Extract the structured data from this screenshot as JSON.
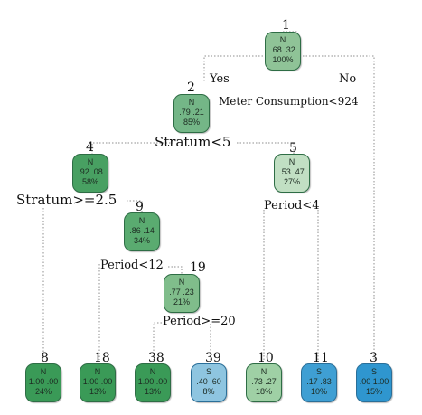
{
  "branch_labels": {
    "yes": "Yes",
    "no": "No"
  },
  "splits": {
    "n1": "Meter Consumption<924",
    "n2": "Stratum<5",
    "n4": "Stratum>=2.5",
    "n5": "Period<4",
    "n9": "Period<12",
    "n19": "Period>=20"
  },
  "nodes": [
    {
      "id": "1",
      "label": "N",
      "probs": ".68  .32",
      "pct": "100%",
      "color": "#8fc397"
    },
    {
      "id": "2",
      "label": "N",
      "probs": ".79  .21",
      "pct": "85%",
      "color": "#74b687"
    },
    {
      "id": "4",
      "label": "N",
      "probs": ".92  .08",
      "pct": "58%",
      "color": "#48a062"
    },
    {
      "id": "5",
      "label": "N",
      "probs": ".53  .47",
      "pct": "27%",
      "color": "#c1dfc3"
    },
    {
      "id": "9",
      "label": "N",
      "probs": ".86  .14",
      "pct": "34%",
      "color": "#5aab70"
    },
    {
      "id": "19",
      "label": "N",
      "probs": ".77  .23",
      "pct": "21%",
      "color": "#80bd8b"
    },
    {
      "id": "8",
      "label": "N",
      "probs": "1.00  .00",
      "pct": "24%",
      "color": "#3a9a57"
    },
    {
      "id": "18",
      "label": "N",
      "probs": "1.00  .00",
      "pct": "13%",
      "color": "#3a9a57"
    },
    {
      "id": "38",
      "label": "N",
      "probs": "1.00  .00",
      "pct": "13%",
      "color": "#3a9a57"
    },
    {
      "id": "39",
      "label": "S",
      "probs": ".40  .60",
      "pct": "8%",
      "color": "#8ec5e0"
    },
    {
      "id": "10",
      "label": "N",
      "probs": ".73  .27",
      "pct": "18%",
      "color": "#9fd0a5"
    },
    {
      "id": "11",
      "label": "S",
      "probs": ".17  .83",
      "pct": "10%",
      "color": "#3f9fd3"
    },
    {
      "id": "3",
      "label": "S",
      "probs": ".00  1.00",
      "pct": "15%",
      "color": "#2f96cf"
    }
  ]
}
